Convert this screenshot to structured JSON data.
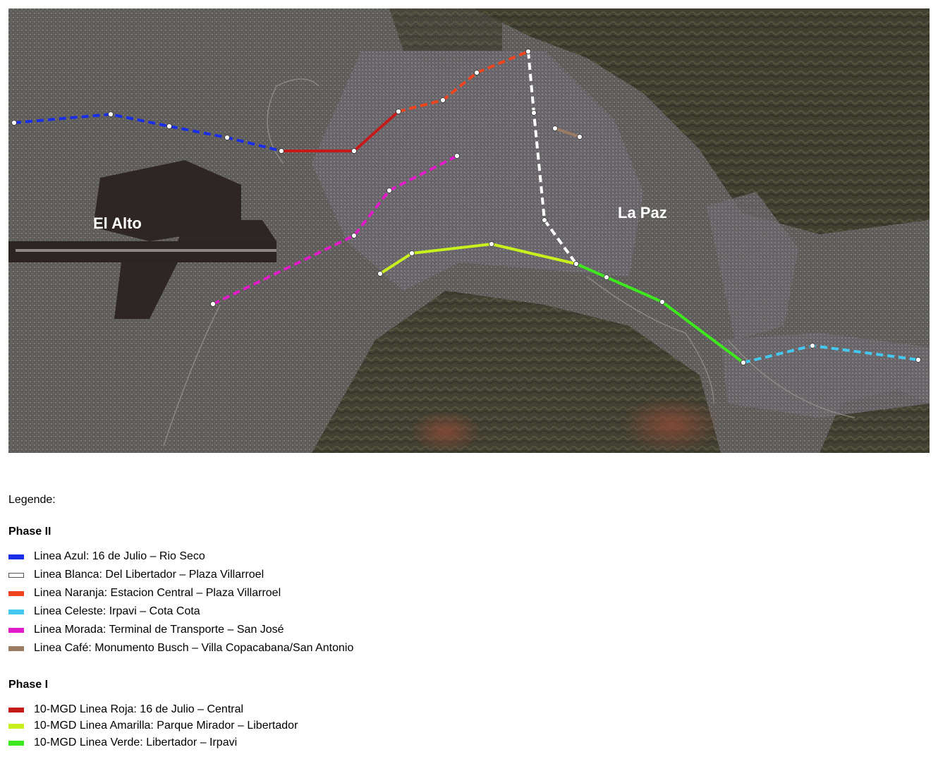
{
  "map": {
    "labels": {
      "el_alto": "El Alto",
      "la_paz": "La Paz"
    },
    "lines": [
      {
        "id": "azul",
        "color": "#1a2ee8",
        "style": "dashed"
      },
      {
        "id": "blanca",
        "color": "#ffffff",
        "style": "dashed"
      },
      {
        "id": "naranja",
        "color": "#f0441e",
        "style": "dashed"
      },
      {
        "id": "celeste",
        "color": "#45c8f0",
        "style": "dashed"
      },
      {
        "id": "morada",
        "color": "#e21bc8",
        "style": "dashed"
      },
      {
        "id": "cafe",
        "color": "#9b7b62",
        "style": "solid"
      },
      {
        "id": "roja",
        "color": "#c41a1a",
        "style": "solid"
      },
      {
        "id": "amarilla",
        "color": "#c8f01e",
        "style": "solid"
      },
      {
        "id": "verde",
        "color": "#3ee81e",
        "style": "solid"
      }
    ],
    "background_color": "#4a4a3e"
  },
  "legend": {
    "title": "Legende:",
    "phase2": {
      "heading": "Phase II",
      "items": [
        {
          "label": "Linea Azul: 16 de Julio – Rio Seco",
          "color": "#1a2ee8"
        },
        {
          "label": "Linea Blanca: Del Libertador – Plaza Villarroel",
          "color": "#ffffff"
        },
        {
          "label": "Linea Naranja: Estacion Central – Plaza Villarroel",
          "color": "#f0441e"
        },
        {
          "label": "Linea Celeste: Irpavi – Cota Cota",
          "color": "#45c8f0"
        },
        {
          "label": "Linea Morada: Terminal de Transporte – San José",
          "color": "#e21bc8"
        },
        {
          "label": "Linea Café: Monumento Busch – Villa Copacabana/San Antonio",
          "color": "#9b7b62"
        }
      ]
    },
    "phase1": {
      "heading": "Phase I",
      "items": [
        {
          "label": "10-MGD Linea Roja: 16 de Julio – Central",
          "color": "#c41a1a"
        },
        {
          "label": "10-MGD Linea Amarilla: Parque Mirador – Libertador",
          "color": "#c8f01e"
        },
        {
          "label": "10-MGD Linea Verde: Libertador – Irpavi",
          "color": "#3ee81e"
        }
      ]
    }
  }
}
